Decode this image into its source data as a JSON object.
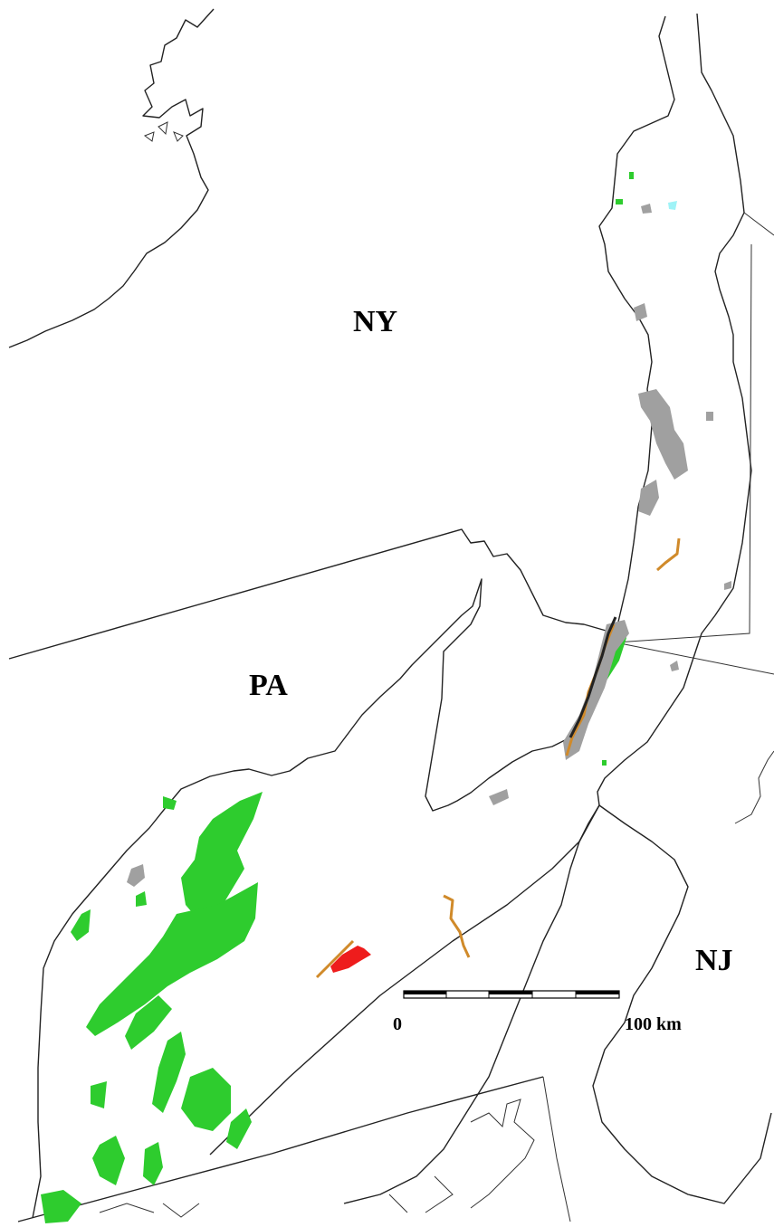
{
  "map": {
    "labels": {
      "ny": "NY",
      "pa": "PA",
      "nj": "NJ"
    },
    "scale_bar": {
      "start_label": "0",
      "end_label": "100 km"
    },
    "colors": {
      "boundary": "#222222",
      "green_region": "#2ecc2e",
      "gray_region": "#a0a0a0",
      "orange_feature": "#d08a2a",
      "red_feature": "#ee1c1c",
      "cyan_feature": "#9ff3f7"
    }
  }
}
